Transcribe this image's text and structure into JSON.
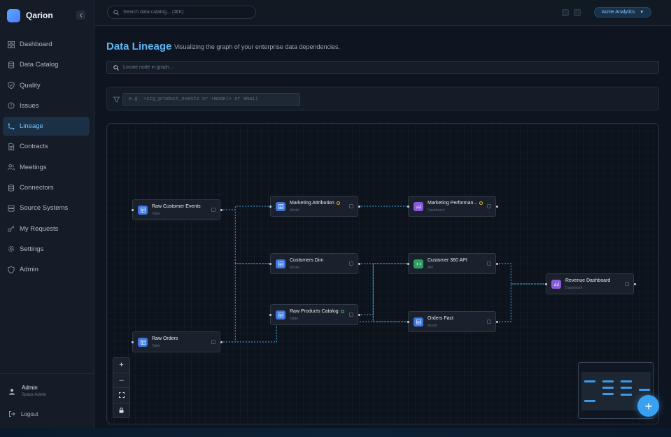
{
  "app": {
    "name": "Qarion",
    "collapse_icon": "chevron-left"
  },
  "sidebar": {
    "items": [
      {
        "label": "Dashboard",
        "icon": "grid-icon",
        "active": false
      },
      {
        "label": "Data Catalog",
        "icon": "database-icon",
        "active": false
      },
      {
        "label": "Quality",
        "icon": "shield-check-icon",
        "active": false
      },
      {
        "label": "Issues",
        "icon": "alert-circle-icon",
        "active": false
      },
      {
        "label": "Lineage",
        "icon": "lineage-icon",
        "active": true
      },
      {
        "label": "Contracts",
        "icon": "document-icon",
        "active": false
      },
      {
        "label": "Meetings",
        "icon": "users-icon",
        "active": false
      },
      {
        "label": "Connectors",
        "icon": "database-icon",
        "active": false
      },
      {
        "label": "Source Systems",
        "icon": "server-icon",
        "active": false
      },
      {
        "label": "My Requests",
        "icon": "key-icon",
        "active": false
      },
      {
        "label": "Settings",
        "icon": "gear-icon",
        "active": false
      },
      {
        "label": "Admin",
        "icon": "shield-icon",
        "active": false
      }
    ],
    "user": {
      "name": "Admin",
      "role": "Space Admin"
    },
    "logout_label": "Logout"
  },
  "topbar": {
    "search_placeholder": "Search data catalog... (⌘K)",
    "workspace": "Acme Analytics"
  },
  "page": {
    "title": "Data Lineage",
    "subtitle": "Visualizing the graph of your enterprise data dependencies.",
    "node_search_placeholder": "Locate node in graph...",
    "filter_placeholder": "e.g. +stg_product_events or +model+ or email"
  },
  "graph": {
    "nodes": [
      {
        "id": "raw_customer_events",
        "label": "Raw Customer Events",
        "type": "Table",
        "kind": "table",
        "status": ""
      },
      {
        "id": "marketing_attribution",
        "label": "Marketing Attribution",
        "type": "Model",
        "kind": "table",
        "status": "warning"
      },
      {
        "id": "marketing_performance",
        "label": "Marketing Performan...",
        "type": "Dashboard",
        "kind": "dashboard",
        "status": "warning"
      },
      {
        "id": "customers_dim",
        "label": "Customers Dim",
        "type": "Model",
        "kind": "table",
        "status": ""
      },
      {
        "id": "customer_360_api",
        "label": "Customer 360 API",
        "type": "API",
        "kind": "api",
        "status": ""
      },
      {
        "id": "revenue_dashboard",
        "label": "Revenue Dashboard",
        "type": "Dashboard",
        "kind": "dashboard",
        "status": ""
      },
      {
        "id": "raw_products_catalog",
        "label": "Raw Products Catalog",
        "type": "Table",
        "kind": "table",
        "status": "ok"
      },
      {
        "id": "orders_fact",
        "label": "Orders Fact",
        "type": "Model",
        "kind": "table",
        "status": ""
      },
      {
        "id": "raw_orders",
        "label": "Raw Orders",
        "type": "Table",
        "kind": "table",
        "status": ""
      }
    ],
    "edges": [
      [
        "raw_customer_events",
        "marketing_attribution"
      ],
      [
        "raw_customer_events",
        "customers_dim"
      ],
      [
        "raw_orders",
        "customers_dim"
      ],
      [
        "raw_orders",
        "orders_fact"
      ],
      [
        "marketing_attribution",
        "marketing_performance"
      ],
      [
        "customers_dim",
        "customer_360_api"
      ],
      [
        "customers_dim",
        "orders_fact"
      ],
      [
        "raw_products_catalog",
        "customer_360_api"
      ],
      [
        "raw_products_catalog",
        "orders_fact"
      ],
      [
        "customer_360_api",
        "revenue_dashboard"
      ],
      [
        "orders_fact",
        "revenue_dashboard"
      ]
    ]
  },
  "colors": {
    "accent": "#3aa0f0",
    "table_icon": "#3d78e0",
    "dashboard_icon": "#8a5ad8",
    "api_icon": "#2f9e63",
    "edge": "#3fa9e6"
  }
}
